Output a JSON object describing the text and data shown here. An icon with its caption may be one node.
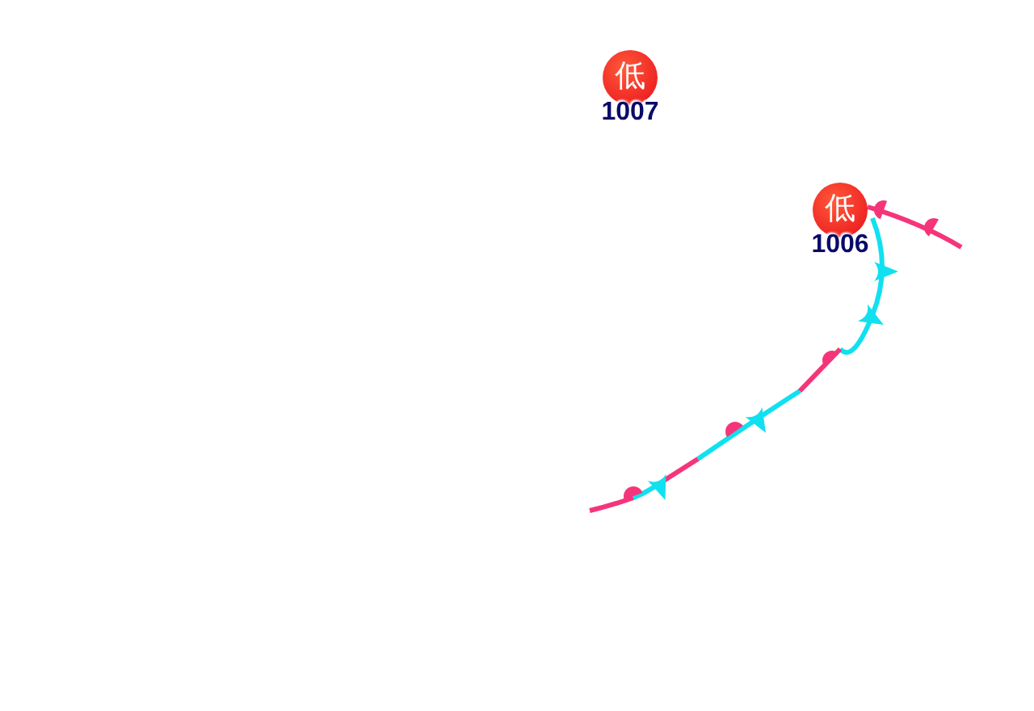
{
  "diagram": {
    "nodes": [
      {
        "text": [
          "低"
        ],
        "beside": [
          "1007"
        ]
      },
      {
        "text": [
          "低"
        ],
        "beside": [
          "1006"
        ]
      }
    ]
  }
}
